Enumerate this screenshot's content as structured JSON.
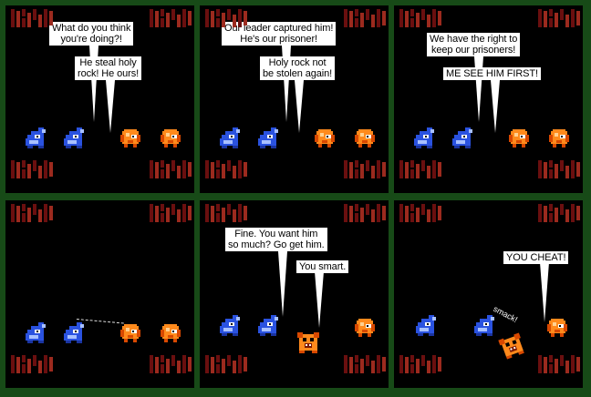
{
  "colors": {
    "frame": "#174a17",
    "panel_bg": "#000000",
    "rock_dark": "#6a0f0f",
    "rock_mid": "#9c2a1e",
    "blue_creature": "#2a52e0",
    "orange_creature": "#ff8a1c",
    "bubble_bg": "#ffffff"
  },
  "icons": {
    "blue_creature": "blue-moblin-sprite-icon",
    "orange_creature": "orange-octorok-sprite-icon",
    "captive": "captured-leader-sprite-icon",
    "rock": "cave-rock-tile-icon"
  },
  "panels": [
    {
      "id": "panel-1",
      "bubbles": [
        {
          "text": "What do you think\nyou're doing?!"
        },
        {
          "text": "He steal holy\nrock!  He ours!"
        }
      ]
    },
    {
      "id": "panel-2",
      "bubbles": [
        {
          "text": "Our leader captured him!\nHe's our prisoner!"
        },
        {
          "text": "Holy rock not\nbe stolen again!"
        }
      ]
    },
    {
      "id": "panel-3",
      "bubbles": [
        {
          "text": "We have the right to\nkeep our prisoners!"
        },
        {
          "text": "ME SEE HIM FIRST!"
        }
      ]
    },
    {
      "id": "panel-4",
      "bubbles": []
    },
    {
      "id": "panel-5",
      "bubbles": [
        {
          "text": "Fine.  You want him\nso much?  Go get him."
        },
        {
          "text": "You smart."
        }
      ]
    },
    {
      "id": "panel-6",
      "bubbles": [
        {
          "text": "YOU CHEAT!"
        }
      ],
      "sound_effect": "smack!"
    }
  ]
}
